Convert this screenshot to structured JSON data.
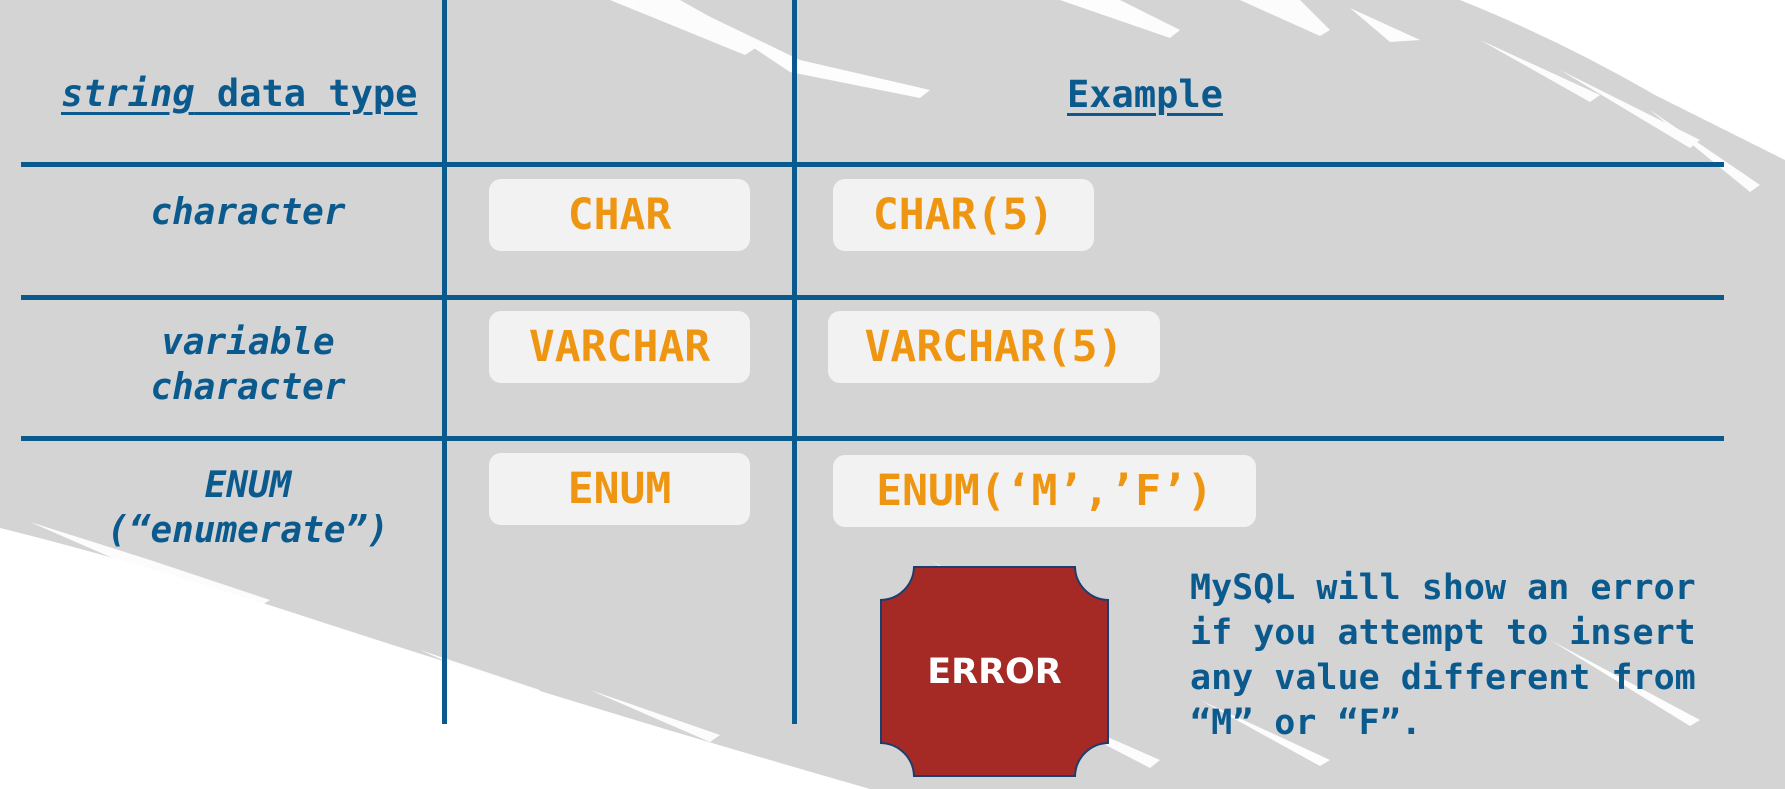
{
  "colors": {
    "background": "#d4d4d4",
    "brush": "#ffffff",
    "line": "#0b5a8e",
    "heading": "#0b5a8e",
    "code": "#ee9512",
    "pill": "#f2f2f2",
    "error_badge": "#a52a26",
    "error_text": "#ffffff"
  },
  "header": {
    "col1_em": "string",
    "col1_rest": " data type",
    "col3": "Example"
  },
  "rows": [
    {
      "label_lines": [
        "character"
      ],
      "type": "CHAR",
      "example": "CHAR(5)"
    },
    {
      "label_lines": [
        "variable",
        "character"
      ],
      "type": "VARCHAR",
      "example": "VARCHAR(5)"
    },
    {
      "label_lines": [
        "ENUM",
        "(“enumerate”)"
      ],
      "type": "ENUM",
      "example": "ENUM(‘M’,’F’)"
    }
  ],
  "error_badge": {
    "label": "ERROR",
    "icon": "error-stop-badge"
  },
  "note": {
    "lines": [
      "MySQL will show an error",
      "if you attempt to insert",
      "any value different from",
      "“M” or “F”."
    ]
  }
}
